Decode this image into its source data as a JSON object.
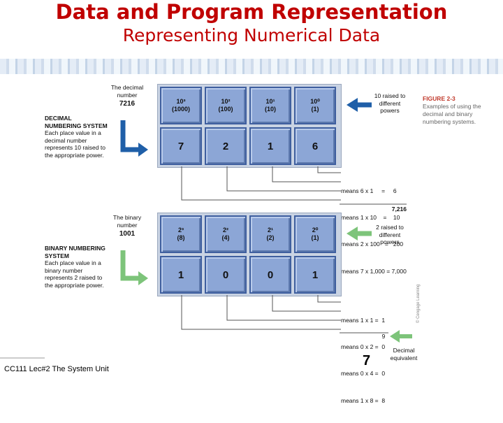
{
  "slide": {
    "title": "Data and Program Representation",
    "subtitle": "Representing Numerical Data",
    "footer": "CC111 Lec#2 The System Unit",
    "page_number": "7"
  },
  "figure": {
    "label": "FIGURE 2-3",
    "caption": "Examples of using the decimal and binary numbering systems.",
    "credit": "© Cengage Learning",
    "decimal": {
      "number_caption": "The decimal number",
      "number": "7216",
      "system_heading": "DECIMAL NUMBERING SYSTEM",
      "system_desc": "Each place value in a decimal number represents 10 raised to the appropriate power.",
      "powers_caption": "10 raised to different powers",
      "places": [
        {
          "power": "10³",
          "value": "(1000)",
          "digit": "7"
        },
        {
          "power": "10²",
          "value": "(100)",
          "digit": "2"
        },
        {
          "power": "10¹",
          "value": "(10)",
          "digit": "1"
        },
        {
          "power": "10⁰",
          "value": "(1)",
          "digit": "6"
        }
      ],
      "means": [
        "means 6 x 1     =     6",
        "means 1 x 10    =    10",
        "means 2 x 100   =   200",
        "means 7 x 1,000 = 7,000"
      ],
      "total": "7,216"
    },
    "binary": {
      "number_caption": "The binary number",
      "number": "1001",
      "system_heading": "BINARY NUMBERING SYSTEM",
      "system_desc": "Each place value in a binary number represents 2 raised to the appropriate power.",
      "powers_caption": "2 raised to different powers",
      "places": [
        {
          "power": "2³",
          "value": "(8)",
          "digit": "1"
        },
        {
          "power": "2²",
          "value": "(4)",
          "digit": "0"
        },
        {
          "power": "2¹",
          "value": "(2)",
          "digit": "0"
        },
        {
          "power": "2⁰",
          "value": "(1)",
          "digit": "1"
        }
      ],
      "means": [
        "means 1 x 1 =  1",
        "means 0 x 2 =  0",
        "means 0 x 4 =  0",
        "means 1 x 8 =  8"
      ],
      "total": "9",
      "equivalent_caption": "Decimal equivalent"
    },
    "colors": {
      "decimal_arrow": "#1f5fa8",
      "binary_arrow": "#7dc47a",
      "cell_fill": "#8ca6d6",
      "cell_border": "#3f5f9f",
      "title": "#c00000"
    }
  }
}
